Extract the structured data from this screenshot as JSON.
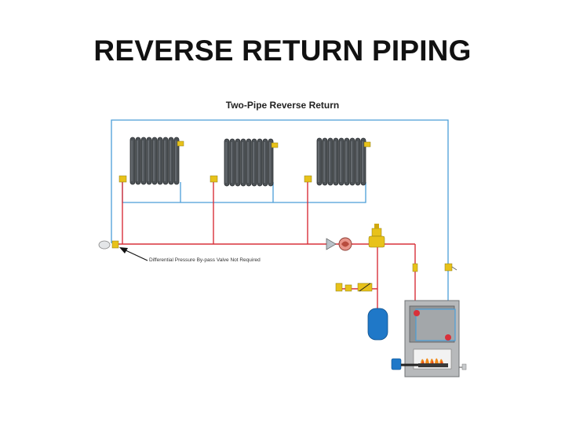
{
  "slide": {
    "title": "REVERSE RETURN PIPING"
  },
  "diagram": {
    "title": "Two-Pipe Reverse Return",
    "annotation": "Differential Pressure By-pass Valve Not Required",
    "colors": {
      "supply": "#d9303a",
      "return": "#4a9ed8",
      "radiator": "#555a5e",
      "valve": "#e8c21a",
      "expansion_tank": "#1f78c8",
      "boiler_body": "#b7b9bb",
      "flame": "#f08a1a",
      "background": "#ffffff"
    }
  }
}
